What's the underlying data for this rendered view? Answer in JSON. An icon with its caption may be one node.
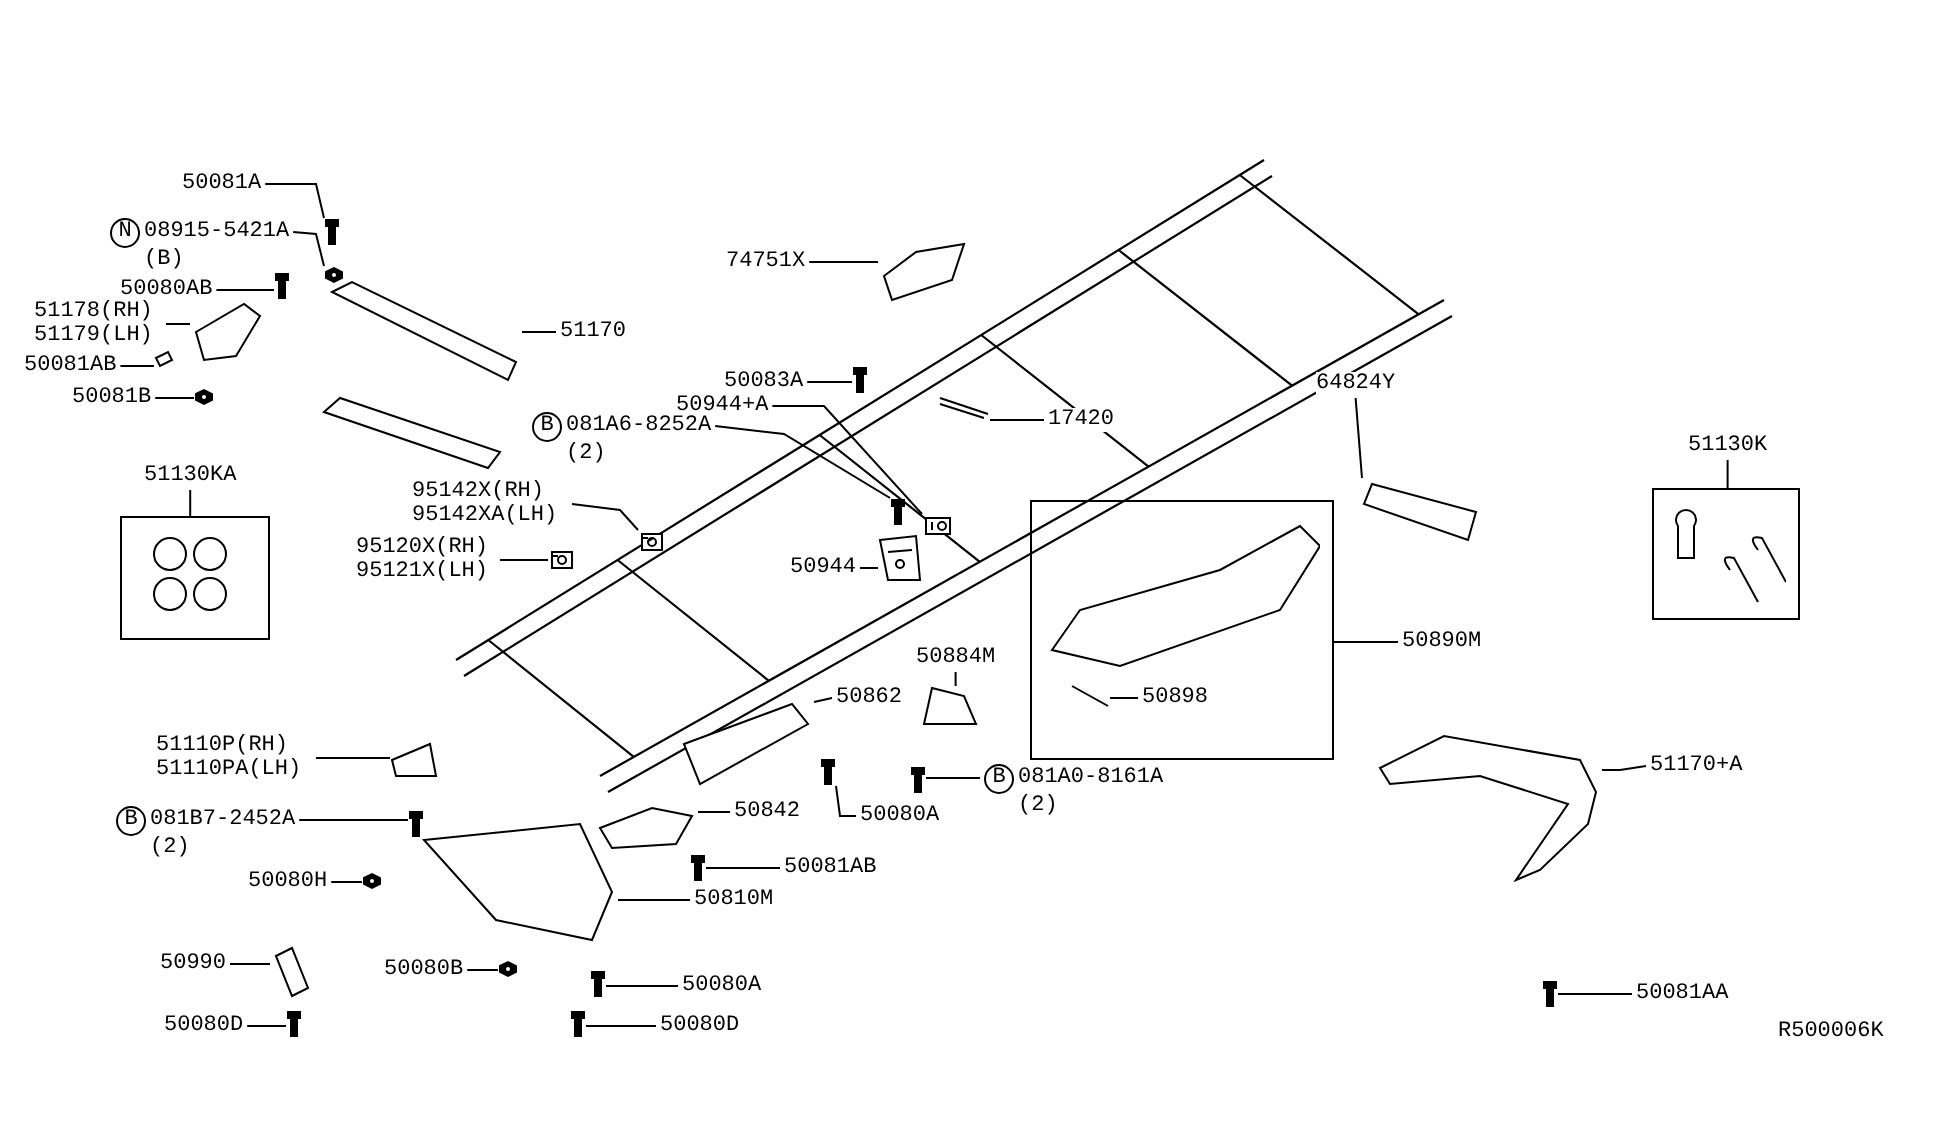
{
  "diagram": {
    "nodes": [
      {
        "text": [
          "50081A"
        ]
      },
      {
        "text": [
          "N",
          "08915-5421A",
          "(B)"
        ]
      },
      {
        "text": [
          "74751X"
        ]
      },
      {
        "text": [
          "50080AB"
        ]
      },
      {
        "text": [
          "51178(RH) 51179(LH)"
        ]
      },
      {
        "text": [
          "51170"
        ]
      },
      {
        "text": [
          "50081AB"
        ]
      },
      {
        "text": [
          "50081B"
        ]
      },
      {
        "text": [
          "50083A"
        ]
      },
      {
        "text": [
          "50944+A"
        ]
      },
      {
        "text": [
          "17420"
        ]
      },
      {
        "text": [
          "B",
          "081A6-8252A",
          "(2)"
        ]
      },
      {
        "text": [
          "64824Y"
        ]
      },
      {
        "text": [
          "51130KA"
        ]
      },
      {
        "text": [],
        "shape": "box"
      },
      {
        "text": [
          "51130K"
        ]
      },
      {
        "text": [],
        "shape": "box"
      },
      {
        "text": [
          "95142X(RH) 95142XA(LH)"
        ]
      },
      {
        "text": [
          "95120X(RH) 95121X(LH)"
        ]
      },
      {
        "text": [
          "50944"
        ]
      },
      {
        "text": [
          "50890M"
        ]
      },
      {
        "text": [],
        "shape": "box"
      },
      {
        "text": [
          "50898"
        ],
        "in": 21
      },
      {
        "text": [
          "50884M"
        ]
      },
      {
        "text": [
          "50862"
        ]
      },
      {
        "text": [
          "B",
          "081A0-8161A",
          "(2)"
        ]
      },
      {
        "text": [
          "51110P(RH) 51110PA(LH)"
        ]
      },
      {
        "text": [
          "51170+A"
        ]
      },
      {
        "text": [
          "B",
          "081B7-2452A",
          "(2)"
        ]
      },
      {
        "text": [
          "50842"
        ]
      },
      {
        "text": [
          "50080A"
        ]
      },
      {
        "text": [
          "50081AB"
        ]
      },
      {
        "text": [
          "50080H"
        ]
      },
      {
        "text": [
          "50810M"
        ]
      },
      {
        "text": [
          "50990"
        ]
      },
      {
        "text": [
          "50080B"
        ]
      },
      {
        "text": [
          "50080A"
        ]
      },
      {
        "text": [
          "50080D"
        ]
      },
      {
        "text": [
          "50080D"
        ]
      },
      {
        "text": [
          "50081AA"
        ]
      },
      {
        "text": [],
        "shape": "picture"
      },
      {
        "text": [],
        "shape": "picture"
      },
      {
        "text": [],
        "shape": "picture"
      },
      {
        "text": [],
        "shape": "picture"
      },
      {
        "text": [],
        "shape": "picture"
      },
      {
        "text": [],
        "shape": "picture"
      },
      {
        "text": [],
        "shape": "picture"
      },
      {
        "text": [],
        "shape": "picture"
      },
      {
        "text": [],
        "shape": "picture"
      },
      {
        "text": [],
        "shape": "picture"
      },
      {
        "text": [],
        "shape": "picture"
      },
      {
        "text": [],
        "shape": "picture"
      },
      {
        "text": [],
        "shape": "picture"
      },
      {
        "text": [],
        "shape": "picture"
      },
      {
        "text": [],
        "shape": "picture"
      },
      {
        "text": [],
        "shape": "picture"
      },
      {
        "text": [],
        "shape": "picture",
        "in": 21
      },
      {
        "text": [],
        "shape": "picture"
      },
      {
        "text": [],
        "shape": "picture"
      },
      {
        "text": [],
        "shape": "picture"
      },
      {
        "text": [],
        "shape": "picture"
      },
      {
        "text": [],
        "shape": "picture"
      },
      {
        "text": [],
        "shape": "picture"
      },
      {
        "text": [],
        "shape": "picture"
      },
      {
        "text": [],
        "shape": "picture"
      },
      {
        "text": [],
        "shape": "picture"
      },
      {
        "text": [],
        "shape": "picture"
      },
      {
        "text": [],
        "shape": "picture"
      },
      {
        "text": [],
        "shape": "picture"
      },
      {
        "text": [],
        "shape": "picture"
      },
      {
        "text": [],
        "shape": "picture"
      },
      {
        "text": [],
        "shape": "picture"
      },
      {
        "text": [],
        "shape": "picture"
      },
      {
        "text": [],
        "shape": "picture"
      }
    ],
    "edges": [
      {
        "from": 0,
        "to": 40,
        "arrow": "none"
      },
      {
        "from": 1,
        "to": 41,
        "arrow": "none"
      },
      {
        "from": 2,
        "to": 42,
        "arrow": "none"
      },
      {
        "from": 3,
        "to": 43,
        "arrow": "none"
      },
      {
        "from": 4,
        "to": 44,
        "arrow": "none"
      },
      {
        "from": 5,
        "to": 45,
        "arrow": "none"
      },
      {
        "from": 6,
        "to": 46,
        "arrow": "none"
      },
      {
        "from": 7,
        "to": 47,
        "arrow": "none"
      },
      {
        "from": 8,
        "to": 48,
        "arrow": "none"
      },
      {
        "from": 9,
        "to": 49,
        "arrow": "none"
      },
      {
        "from": 10,
        "to": 50,
        "arrow": "none"
      },
      {
        "from": 11,
        "to": 51,
        "arrow": "none"
      },
      {
        "from": 12,
        "to": 52,
        "arrow": "none"
      },
      {
        "from": 13,
        "to": 14,
        "arrow": "none"
      },
      {
        "from": 15,
        "to": 16,
        "arrow": "none"
      },
      {
        "from": 17,
        "to": 53,
        "arrow": "none"
      },
      {
        "from": 18,
        "to": 54,
        "arrow": "none"
      },
      {
        "from": 19,
        "to": 55,
        "arrow": "none"
      },
      {
        "from": 20,
        "to": 21,
        "arrow": "none"
      },
      {
        "from": 22,
        "to": 56,
        "arrow": "none"
      },
      {
        "from": 23,
        "to": 57,
        "arrow": "none"
      },
      {
        "from": 24,
        "to": 58,
        "arrow": "none"
      },
      {
        "from": 25,
        "to": 59,
        "arrow": "none"
      },
      {
        "from": 26,
        "to": 60,
        "arrow": "none"
      },
      {
        "from": 27,
        "to": 61,
        "arrow": "none"
      },
      {
        "from": 28,
        "to": 62,
        "arrow": "none"
      },
      {
        "from": 29,
        "to": 63,
        "arrow": "none"
      },
      {
        "from": 30,
        "to": 64,
        "arrow": "none"
      },
      {
        "from": 31,
        "to": 65,
        "arrow": "none"
      },
      {
        "from": 32,
        "to": 66,
        "arrow": "none"
      },
      {
        "from": 33,
        "to": 67,
        "arrow": "none"
      },
      {
        "from": 34,
        "to": 68,
        "arrow": "none"
      },
      {
        "from": 35,
        "to": 69,
        "arrow": "none"
      },
      {
        "from": 36,
        "to": 70,
        "arrow": "none"
      },
      {
        "from": 37,
        "to": 71,
        "arrow": "none"
      },
      {
        "from": 38,
        "to": 72,
        "arrow": "none"
      },
      {
        "from": 39,
        "to": 73,
        "arrow": "none"
      }
    ],
    "labels": [
      "R500006K"
    ]
  }
}
